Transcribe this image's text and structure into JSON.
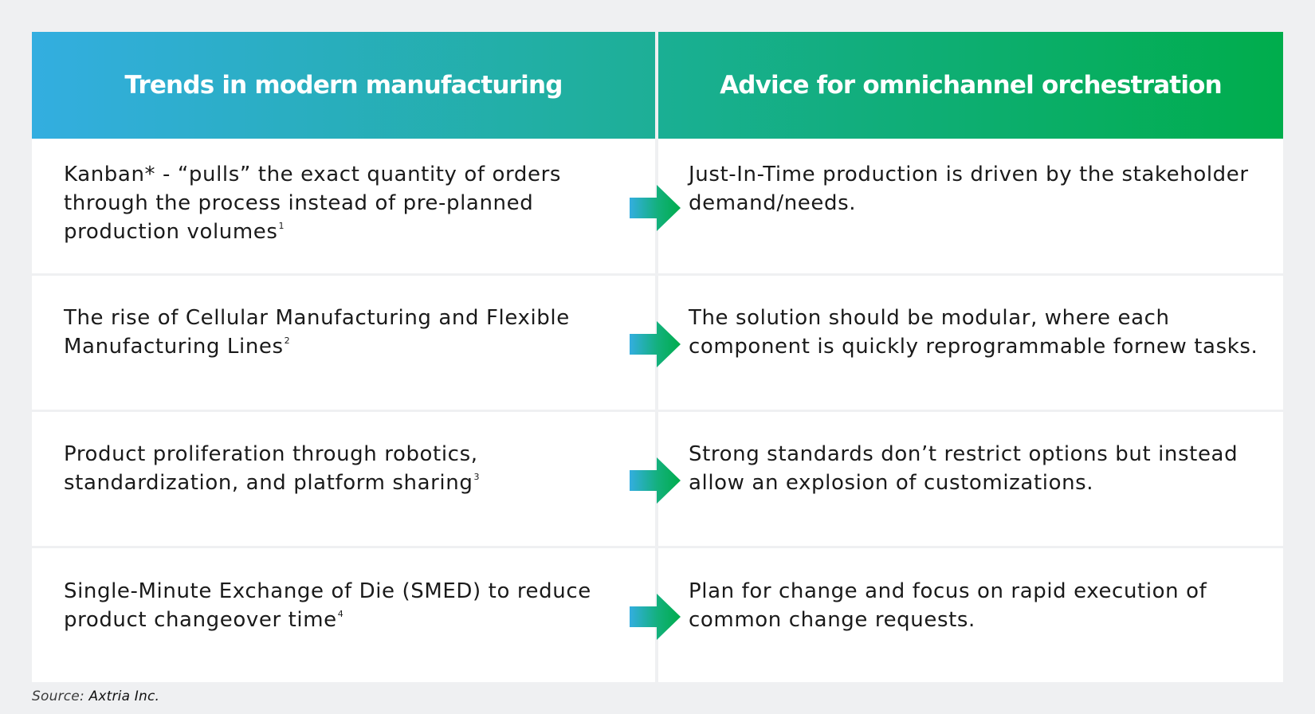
{
  "header": {
    "left_title": "Trends in modern manufacturing",
    "right_title": "Advice for omnichannel orchestration",
    "left_gradient": [
      "#33aee0",
      "#1daf96"
    ],
    "right_gradient": [
      "#1aaf94",
      "#00ad4c"
    ]
  },
  "rows": [
    {
      "trend": "Kanban* - “pulls” the exact quantity of orders through the process instead of pre-planned production volumes",
      "trend_footnote": "1",
      "advice": "Just-In-Time production is driven by the stakeholder demand/needs."
    },
    {
      "trend": "The rise of Cellular Manufacturing and Flexible Manufacturing Lines",
      "trend_footnote": "2",
      "advice": "The solution should be modular, where each component is quickly reprogrammable fornew tasks."
    },
    {
      "trend": "Product proliferation through robotics, standardization, and platform sharing",
      "trend_footnote": "3",
      "advice": "Strong standards don’t restrict options but instead allow an explosion of customizations."
    },
    {
      "trend": "Single-Minute Exchange of Die (SMED) to reduce product changeover time",
      "trend_footnote": "4",
      "advice": "Plan for change and focus on rapid execution of common change requests."
    }
  ],
  "arrow_icon": "right-arrow-icon",
  "arrow_gradient": [
    "#33aee0",
    "#00ad4c"
  ],
  "source": {
    "label": "Source: ",
    "value": "Axtria Inc."
  }
}
